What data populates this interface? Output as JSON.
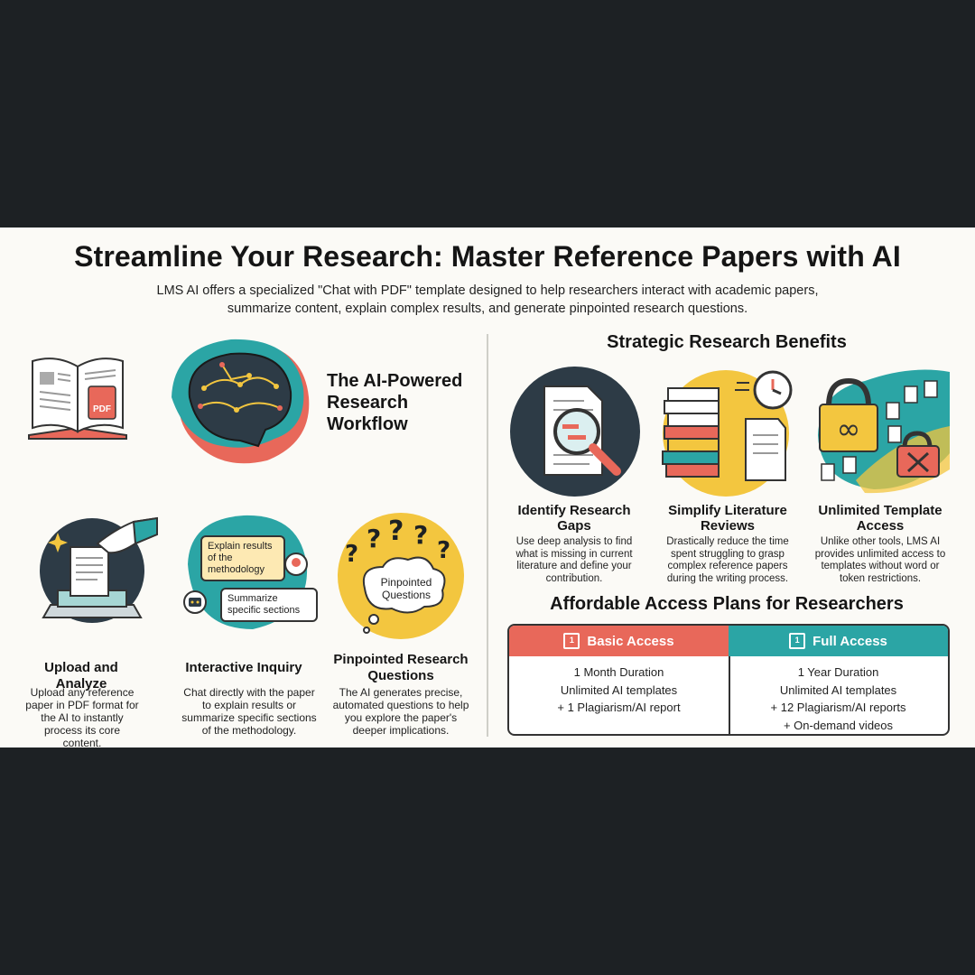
{
  "header": {
    "title": "Streamline Your Research: Master Reference Papers with AI",
    "subtitle": "LMS AI offers a specialized \"Chat with PDF\" template designed to help researchers interact with academic papers, summarize content, explain complex results, and generate pinpointed research questions."
  },
  "workflow": {
    "title": "The AI-Powered Research Workflow",
    "pdf_badge": "PDF",
    "steps": [
      {
        "title": "Upload and Analyze",
        "desc": "Upload any reference paper in PDF format for the AI to instantly process its core content."
      },
      {
        "title": "Interactive Inquiry",
        "desc": "Chat directly with the paper to explain results or summarize specific sections of the methodology."
      },
      {
        "title": "Pinpointed Research Questions",
        "desc": "The AI generates precise, automated questions to help you explore the paper's deeper implications."
      }
    ],
    "chat_bubble_1": "Explain results of the methodology",
    "chat_bubble_2": "Summarize specific sections",
    "cloud_label": "Pinpointed Questions"
  },
  "benefits": {
    "title": "Strategic Research Benefits",
    "items": [
      {
        "title": "Identify Research Gaps",
        "desc": "Use deep analysis to find what is missing in current literature and define your contribution."
      },
      {
        "title": "Simplify Literature Reviews",
        "desc": "Drastically reduce the time spent struggling to grasp complex reference papers during the writing process."
      },
      {
        "title": "Unlimited Template Access",
        "desc": "Unlike other tools, LMS AI provides unlimited access to templates without word or token restrictions."
      }
    ]
  },
  "plans": {
    "title": "Affordable Access Plans for Researchers",
    "basic": {
      "name": "Basic Access",
      "features": [
        "1 Month Duration",
        "Unlimited AI templates",
        "+ 1 Plagiarism/AI report"
      ]
    },
    "full": {
      "name": "Full Access",
      "features": [
        "1 Year Duration",
        "Unlimited AI templates",
        "+ 12 Plagiarism/AI reports",
        "+ On-demand videos"
      ]
    },
    "calendar_digit": "1"
  },
  "colors": {
    "background": "#1d2124",
    "card": "#fbfaf6",
    "coral": "#e8685a",
    "teal": "#2ba5a5",
    "yellow": "#f3c63f",
    "navy": "#2d3b46"
  }
}
